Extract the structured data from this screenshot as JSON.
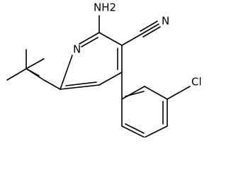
{
  "molecule": {
    "atoms": {
      "amino": "NH2",
      "ring_nitrogen": "N",
      "nitrile_nitrogen": "N",
      "chlorine": "Cl"
    },
    "colors": {
      "bond": "#000000",
      "label": "#000000",
      "background": "#ffffff"
    }
  }
}
